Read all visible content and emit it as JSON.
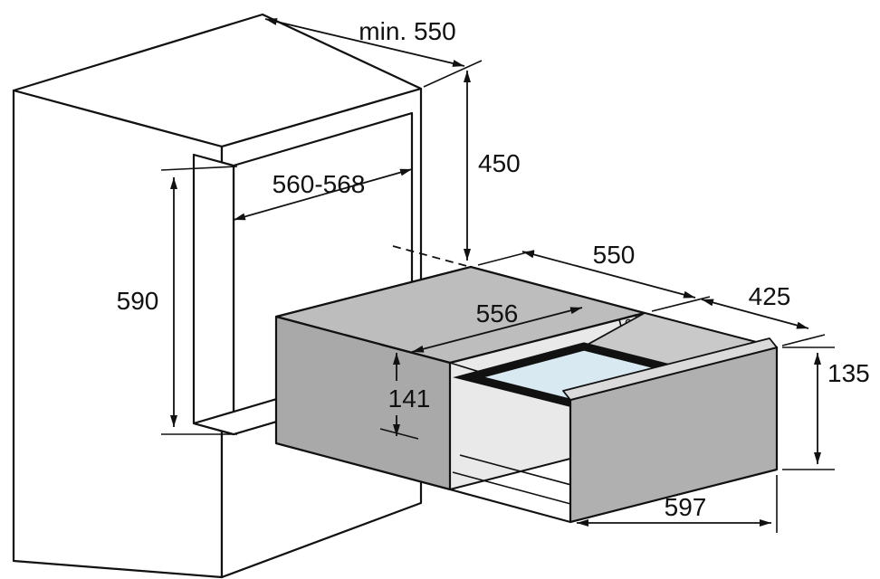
{
  "diagram": {
    "kind": "installation-dimension-drawing",
    "units_shown": false
  },
  "dims": {
    "cabinet_depth_min": "min. 550",
    "upper_niche_height": "450",
    "niche_width": "560-568",
    "niche_height": "590",
    "appliance_depth": "550",
    "extension_depth": "425",
    "appliance_width": "556",
    "appliance_height": "141",
    "front_panel_height": "135",
    "front_panel_width": "597"
  },
  "colors": {
    "line": "#111111",
    "background": "#ffffff",
    "housing_top": "#bdbdbd",
    "housing_front": "#a9a9a9",
    "panel_front": "#b0b0b0",
    "panel_top_edge": "#dadada",
    "pan_fill": "#d9e9f1",
    "pan_frame": "#111111"
  }
}
